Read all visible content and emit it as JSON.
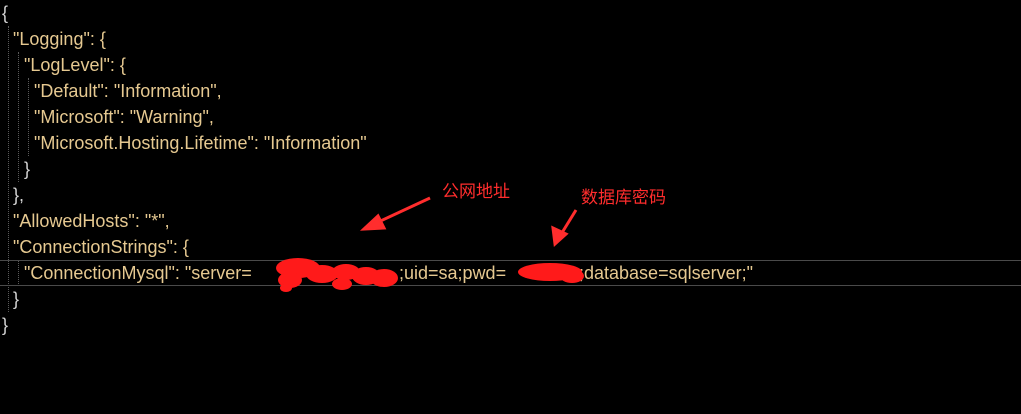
{
  "editor": {
    "lines": {
      "l1_open": "{",
      "l2_logging": "\"Logging\": {",
      "l3_loglevel": "\"LogLevel\": {",
      "l4_default": "\"Default\": \"Information\",",
      "l5_microsoft": "\"Microsoft\": \"Warning\",",
      "l6_lifetime": "\"Microsoft.Hosting.Lifetime\": \"Information\"",
      "l7_close": "}",
      "l8_close": "},",
      "l9_allowed": "\"AllowedHosts\": \"*\",",
      "l10_connstrings": "\"ConnectionStrings\": {",
      "l11_key": "\"ConnectionMysql\": \"server=",
      "l11_mid": ";uid=sa;pwd=",
      "l11_end": ";database=sqlserver;\"",
      "l12_close": "}",
      "l13_close": "}"
    }
  },
  "annotations": {
    "public_address": "公网地址",
    "db_password": "数据库密码",
    "color": "#ff2d2d"
  },
  "colors": {
    "background": "#000000",
    "json_text": "#e6c991",
    "punctuation": "#d4d4d4",
    "redaction": "#ff1a1a"
  }
}
